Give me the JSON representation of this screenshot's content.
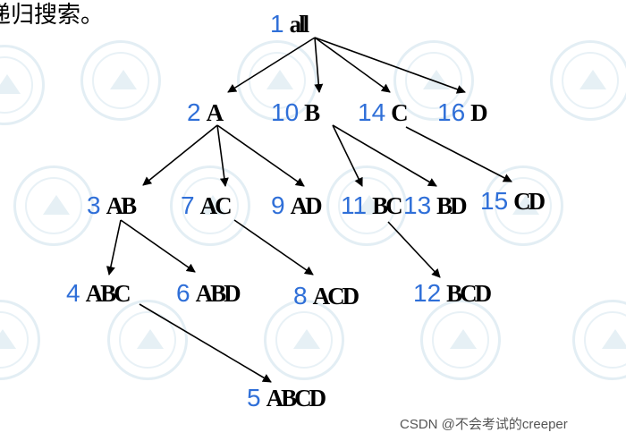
{
  "header_text": "递归搜索。",
  "credit": "CSDN @不会考试的creeper",
  "nodes": [
    {
      "id": "n1",
      "num": "1",
      "label": "all"
    },
    {
      "id": "n2",
      "num": "2",
      "label": "A"
    },
    {
      "id": "n10",
      "num": "10",
      "label": "B"
    },
    {
      "id": "n14",
      "num": "14",
      "label": "C"
    },
    {
      "id": "n16",
      "num": "16",
      "label": "D"
    },
    {
      "id": "n3",
      "num": "3",
      "label": "AB"
    },
    {
      "id": "n7",
      "num": "7",
      "label": "AC"
    },
    {
      "id": "n9",
      "num": "9",
      "label": "AD"
    },
    {
      "id": "n11",
      "num": "11",
      "label": "BC"
    },
    {
      "id": "n13",
      "num": "13",
      "label": "BD"
    },
    {
      "id": "n15",
      "num": "15",
      "label": "CD"
    },
    {
      "id": "n4",
      "num": "4",
      "label": "ABC"
    },
    {
      "id": "n6",
      "num": "6",
      "label": "ABD"
    },
    {
      "id": "n8",
      "num": "8",
      "label": "ACD"
    },
    {
      "id": "n12",
      "num": "12",
      "label": "BCD"
    },
    {
      "id": "n5",
      "num": "5",
      "label": "ABCD"
    }
  ],
  "edges": [
    [
      "n1",
      "n2"
    ],
    [
      "n1",
      "n10"
    ],
    [
      "n1",
      "n14"
    ],
    [
      "n1",
      "n16"
    ],
    [
      "n2",
      "n3"
    ],
    [
      "n2",
      "n7"
    ],
    [
      "n2",
      "n9"
    ],
    [
      "n10",
      "n11"
    ],
    [
      "n10",
      "n13"
    ],
    [
      "n14",
      "n15"
    ],
    [
      "n3",
      "n4"
    ],
    [
      "n3",
      "n6"
    ],
    [
      "n7",
      "n8"
    ],
    [
      "n11",
      "n12"
    ],
    [
      "n4",
      "n5"
    ]
  ]
}
